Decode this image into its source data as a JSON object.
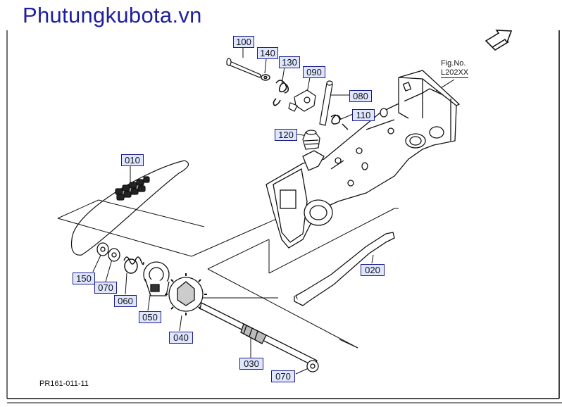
{
  "site_title": "Phutungkubota.vn",
  "figure": {
    "label": "Fig.No.",
    "number": "L202XX"
  },
  "reference_code": "PR161-011-11",
  "labels": {
    "p100": "100",
    "p140": "140",
    "p130": "130",
    "p090": "090",
    "p080": "080",
    "p110": "110",
    "p120": "120",
    "p010": "010",
    "p150": "150",
    "p070a": "070",
    "p060": "060",
    "p050": "050",
    "p040": "040",
    "p030": "030",
    "p070b": "070",
    "p020": "020"
  },
  "icons": {
    "direction": "arrow-icon"
  },
  "colors": {
    "brand": "#1f1f9e",
    "label_bg": "#dfe6ff",
    "label_border": "#1b1b8a",
    "lines": "#111111"
  }
}
